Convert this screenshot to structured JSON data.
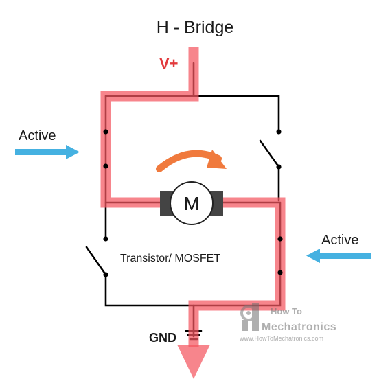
{
  "title": "H - Bridge",
  "supply_label": "V+",
  "ground_label": "GND",
  "motor_label": "M",
  "switch_label": "Transistor/ MOSFET",
  "active_left_label": "Active",
  "active_right_label": "Active",
  "watermark": {
    "line1": "How To",
    "line2": "Mechatronics",
    "url": "www.HowToMechatronics.com"
  },
  "colors": {
    "current_path": "#f4565f",
    "wire": "#000000",
    "arrow": "#45b1e1",
    "rotation_arrow": "#f07a3d",
    "supply_label": "#e23a3d",
    "text": "#1a1a1a",
    "motor_terminal": "#444444"
  },
  "icons": {
    "rotation": "curved-arrow-icon",
    "ground": "ground-symbol-icon",
    "watermark_logo": "gear-logo-icon"
  }
}
